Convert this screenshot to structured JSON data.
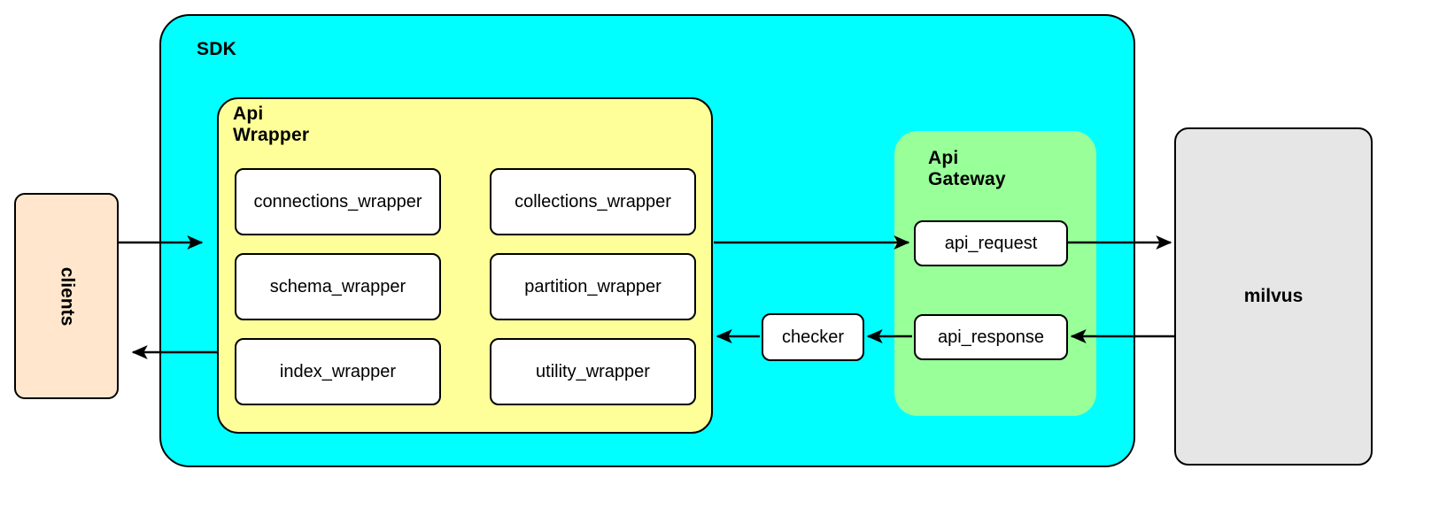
{
  "diagram": {
    "title": "SDK / Api Wrapper / Api Gateway / milvus architecture",
    "colors": {
      "sdk": "#00ffff",
      "api_wrapper": "#ffff99",
      "api_gateway": "#99ff99",
      "clients": "#ffe6cc",
      "milvus": "#e6e6e6",
      "leaf": "#ffffff",
      "stroke": "#000000"
    },
    "containers": {
      "sdk": {
        "label": "SDK"
      },
      "api_wrapper": {
        "label": "Api\nWrapper"
      },
      "api_gateway": {
        "label": "Api\nGateway"
      }
    },
    "nodes": {
      "clients": {
        "label": "clients",
        "orientation": "vertical"
      },
      "milvus": {
        "label": "milvus",
        "orientation": "horizontal"
      },
      "checker": {
        "label": "checker"
      },
      "connections_wrapper": {
        "label": "connections_wrapper"
      },
      "collections_wrapper": {
        "label": "collections_wrapper"
      },
      "schema_wrapper": {
        "label": "schema_wrapper"
      },
      "partition_wrapper": {
        "label": "partition_wrapper"
      },
      "index_wrapper": {
        "label": "index_wrapper"
      },
      "utility_wrapper": {
        "label": "utility_wrapper"
      },
      "api_request": {
        "label": "api_request"
      },
      "api_response": {
        "label": "api_response"
      }
    },
    "edges": [
      {
        "id": "clients-to-sdk",
        "from": "clients",
        "to": "api_wrapper",
        "direction": "right"
      },
      {
        "id": "sdk-to-clients",
        "from": "api_wrapper",
        "to": "clients",
        "direction": "left"
      },
      {
        "id": "wrapper-to-gateway",
        "from": "api_wrapper",
        "to": "api_request",
        "direction": "right"
      },
      {
        "id": "api_request-to-milvus",
        "from": "api_request",
        "to": "milvus",
        "direction": "right"
      },
      {
        "id": "milvus-to-api_response",
        "from": "milvus",
        "to": "api_response",
        "direction": "left"
      },
      {
        "id": "api_response-to-checker",
        "from": "api_response",
        "to": "checker",
        "direction": "left"
      },
      {
        "id": "checker-to-wrapper",
        "from": "checker",
        "to": "api_wrapper",
        "direction": "left"
      }
    ]
  }
}
